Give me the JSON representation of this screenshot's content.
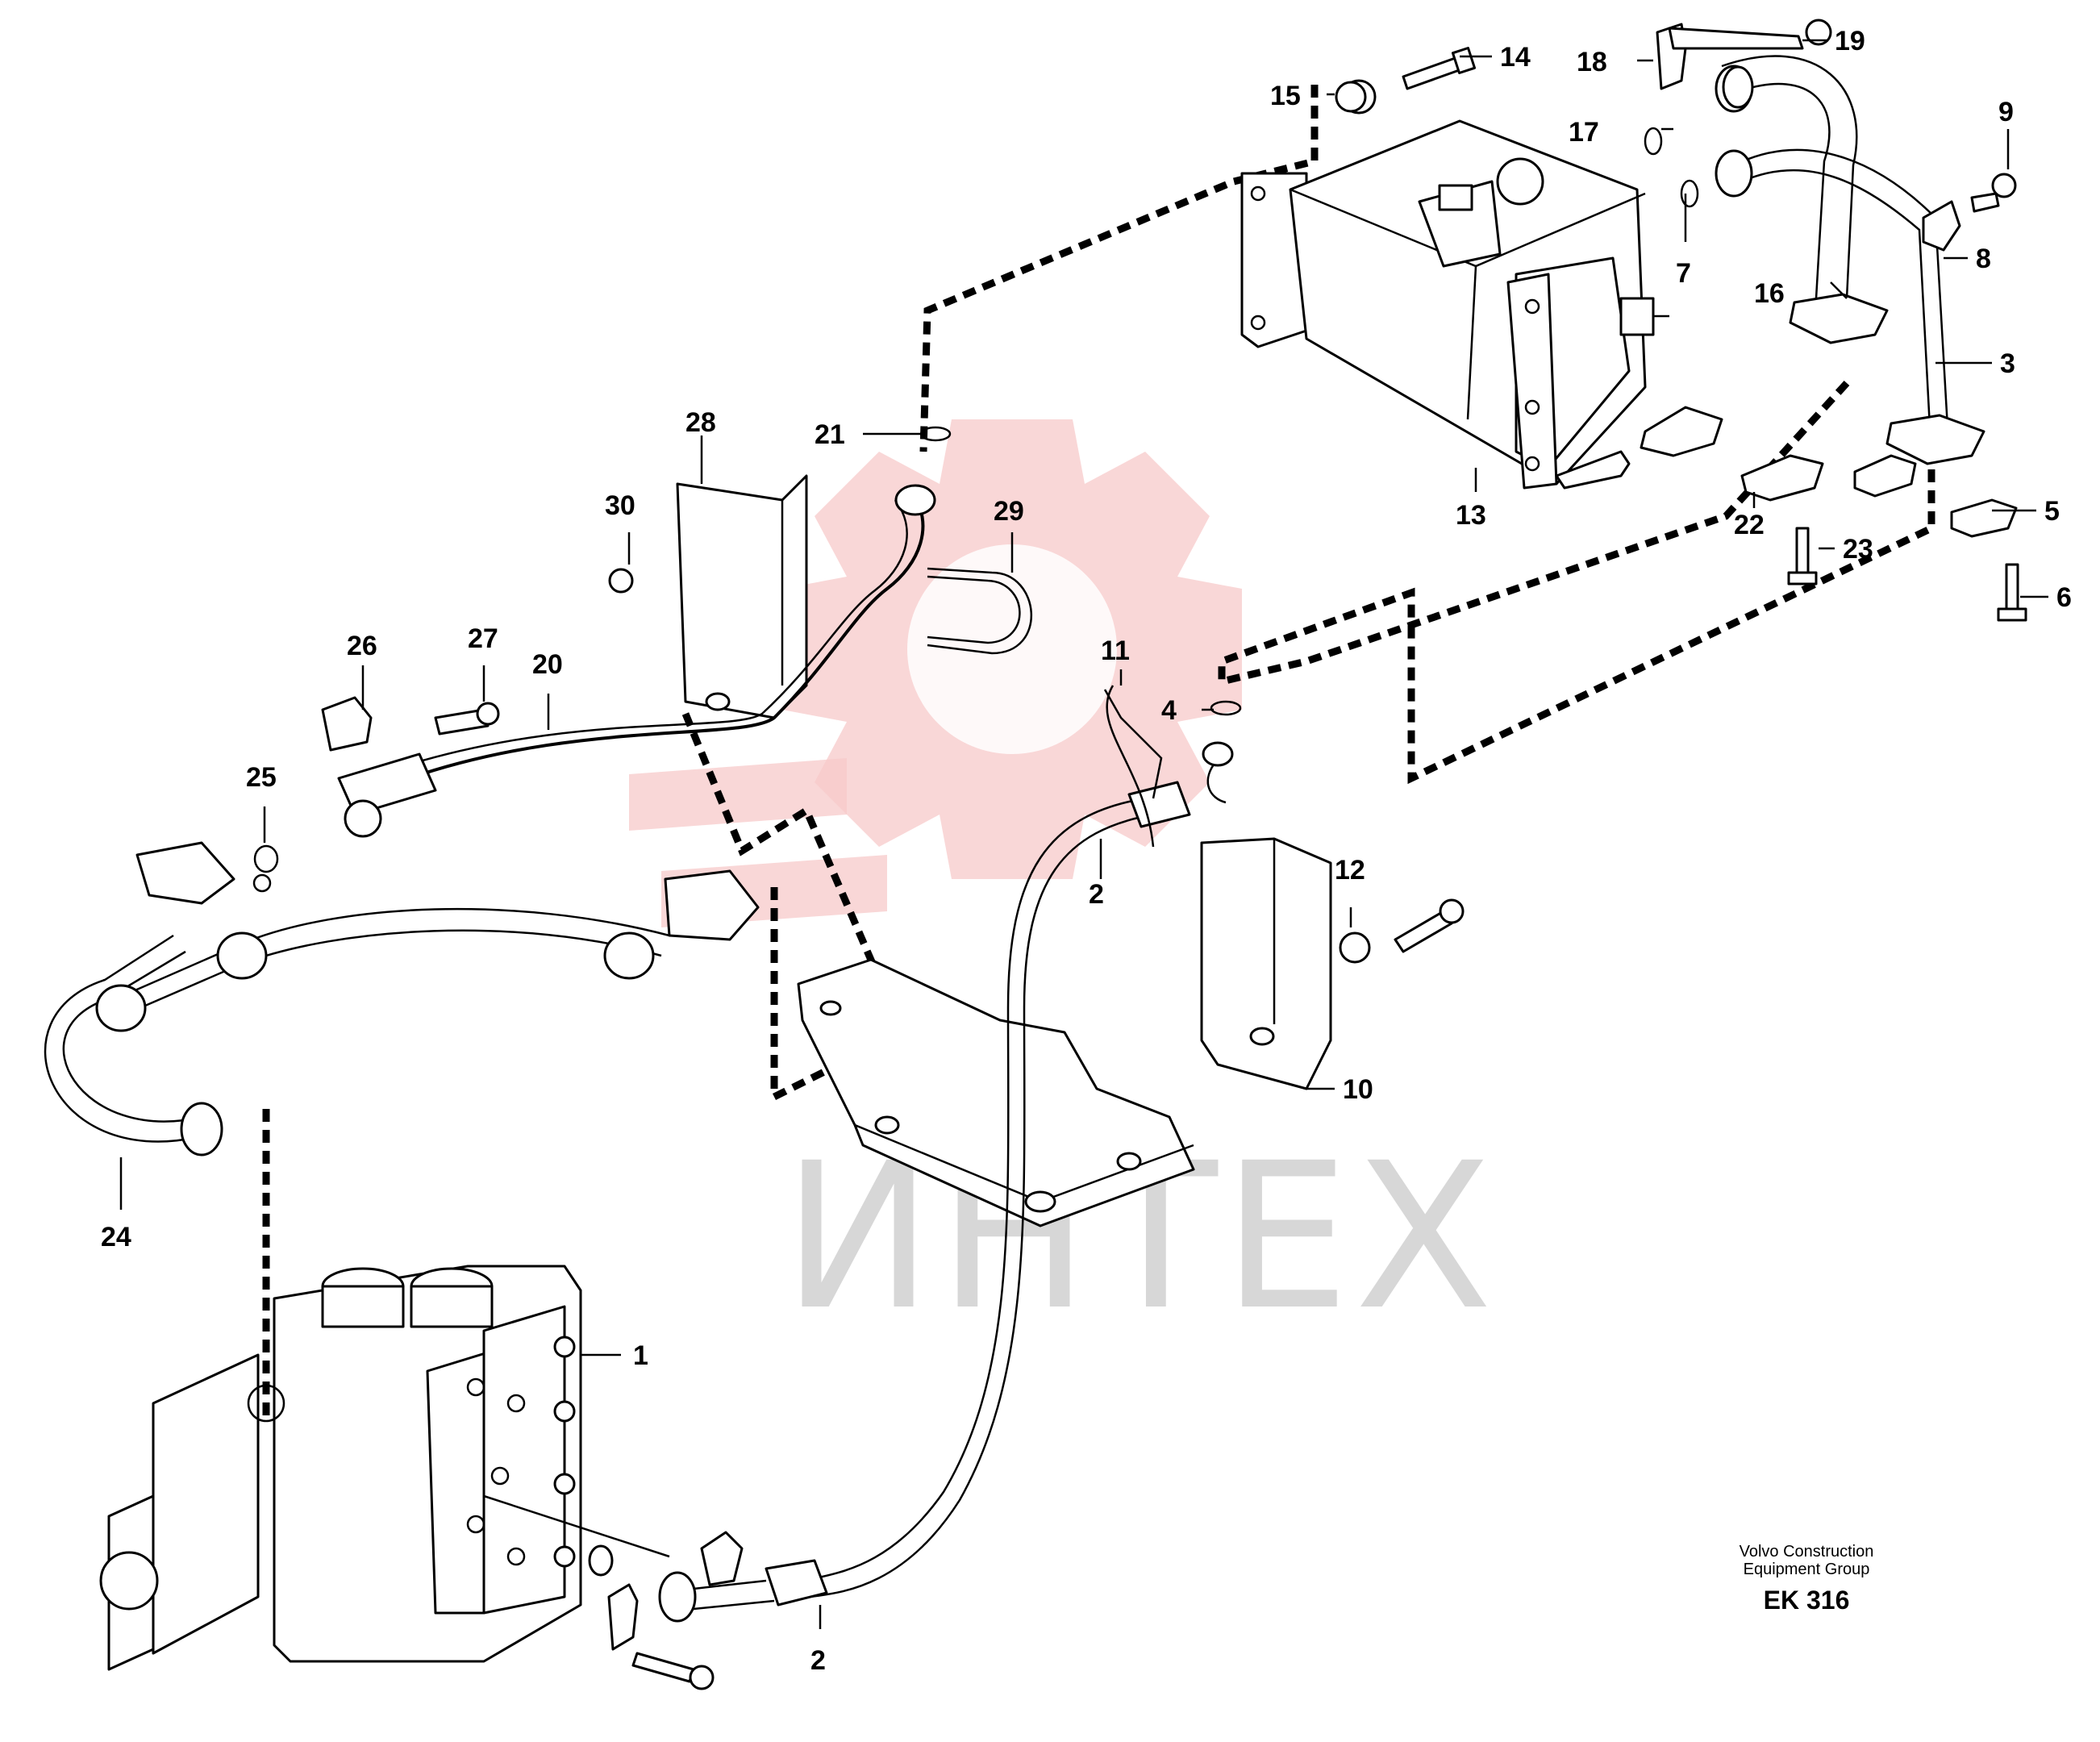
{
  "watermark": {
    "text": "ИНТЕХ",
    "gear_color": "#f4b4b4",
    "text_color": "#d0d0d0"
  },
  "caption": {
    "company_line1": "Volvo Construction",
    "company_line2": "Equipment Group",
    "code": "EK 316"
  },
  "callouts": [
    {
      "id": "c1",
      "label": "1"
    },
    {
      "id": "c2a",
      "label": "2"
    },
    {
      "id": "c2b",
      "label": "2"
    },
    {
      "id": "c3",
      "label": "3"
    },
    {
      "id": "c4",
      "label": "4"
    },
    {
      "id": "c5",
      "label": "5"
    },
    {
      "id": "c6",
      "label": "6"
    },
    {
      "id": "c7",
      "label": "7"
    },
    {
      "id": "c8",
      "label": "8"
    },
    {
      "id": "c9",
      "label": "9"
    },
    {
      "id": "c10",
      "label": "10"
    },
    {
      "id": "c11",
      "label": "11"
    },
    {
      "id": "c12",
      "label": "12"
    },
    {
      "id": "c13",
      "label": "13"
    },
    {
      "id": "c14",
      "label": "14"
    },
    {
      "id": "c15",
      "label": "15"
    },
    {
      "id": "c16",
      "label": "16"
    },
    {
      "id": "c17",
      "label": "17"
    },
    {
      "id": "c18",
      "label": "18"
    },
    {
      "id": "c19",
      "label": "19"
    },
    {
      "id": "c20",
      "label": "20"
    },
    {
      "id": "c21",
      "label": "21"
    },
    {
      "id": "c22",
      "label": "22"
    },
    {
      "id": "c23",
      "label": "23"
    },
    {
      "id": "c24",
      "label": "24"
    },
    {
      "id": "c25",
      "label": "25"
    },
    {
      "id": "c26",
      "label": "26"
    },
    {
      "id": "c27",
      "label": "27"
    },
    {
      "id": "c28",
      "label": "28"
    },
    {
      "id": "c29",
      "label": "29"
    },
    {
      "id": "c30",
      "label": "30"
    }
  ]
}
